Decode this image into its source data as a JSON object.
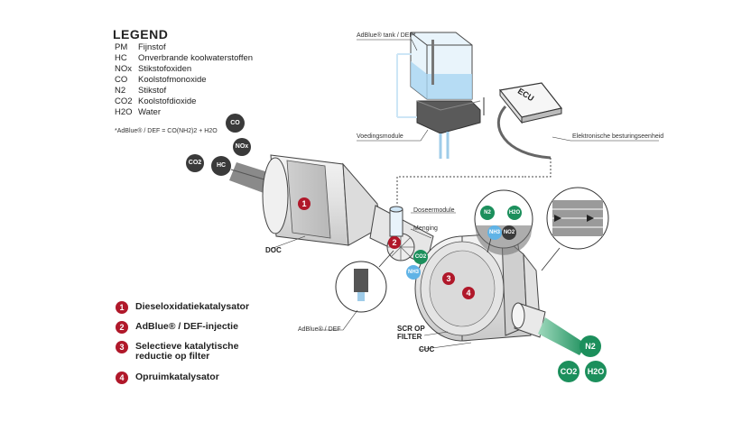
{
  "legend": {
    "title": "LEGEND",
    "items": [
      {
        "abbr": "PM",
        "text": "Fijnstof"
      },
      {
        "abbr": "HC",
        "text": "Onverbrande koolwaterstoffen"
      },
      {
        "abbr": "NOx",
        "text": "Stikstofoxiden"
      },
      {
        "abbr": "CO",
        "text": "Koolstofmonoxide"
      },
      {
        "abbr": "N2",
        "text": "Stikstof"
      },
      {
        "abbr": "CO2",
        "text": "Koolstofdioxide"
      },
      {
        "abbr": "H2O",
        "text": "Water"
      }
    ],
    "formula": "*AdBlue® / DEF = CO(NH2)2 + H2O"
  },
  "numbered": [
    {
      "num": "1",
      "text": "Dieseloxidatiekatalysator"
    },
    {
      "num": "2",
      "text": "AdBlue® / DEF-injectie"
    },
    {
      "num": "3",
      "text": "Selectieve katalytische reductie op filter"
    },
    {
      "num": "4",
      "text": "Opruimkatalysator"
    }
  ],
  "labels": {
    "tank": "AdBlue® tank / DEF*",
    "supply": "Voedingsmodule",
    "ecu": "ECU",
    "ecu_desc": "Elektronische besturingseenheid",
    "doser": "Doseermodule",
    "mixing": "Menging",
    "doc": "DOC",
    "adblue": "AdBlue® / DEF",
    "scr": "SCR OP FILTER",
    "cuc": "CUC"
  },
  "molecules": {
    "co": "CO",
    "nox": "NOx",
    "co2": "CO2",
    "hc": "HC",
    "mix_co2": "CO2",
    "mix_nh3": "NH3",
    "zoom_n2": "N2",
    "zoom_h2o": "H2O",
    "zoom_nh3": "NH3",
    "zoom_no2": "NO2",
    "out_n2": "N2",
    "out_co2": "CO2",
    "out_h2o": "H2O"
  },
  "colors": {
    "accent_red": "#b0182a",
    "dark_molecule": "#3a3a3a",
    "green_molecule": "#1c8f5c",
    "blue_molecule": "#5fb3e6"
  }
}
